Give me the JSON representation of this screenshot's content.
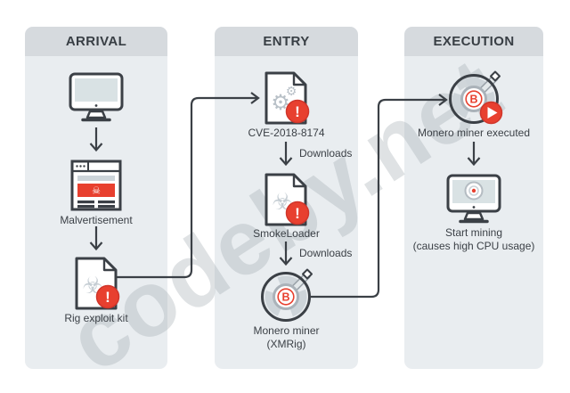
{
  "watermark": "codeby.net",
  "columns": [
    {
      "title": "ARRIVAL",
      "nodes": [
        {
          "name": "user-computer",
          "label": ""
        },
        {
          "name": "malvertisement",
          "label": "Malvertisement"
        },
        {
          "name": "rig-exploit-kit",
          "label": "Rig exploit kit"
        }
      ]
    },
    {
      "title": "ENTRY",
      "nodes": [
        {
          "name": "cve-2018-8174",
          "label": "CVE-2018-8174",
          "arrow_label": "Downloads"
        },
        {
          "name": "smokeloader",
          "label": "SmokeLoader",
          "arrow_label": "Downloads"
        },
        {
          "name": "monero-miner",
          "label": "Monero miner",
          "sublabel": "(XMRig)"
        }
      ]
    },
    {
      "title": "EXECUTION",
      "nodes": [
        {
          "name": "monero-miner-executed",
          "label": "Monero miner executed"
        },
        {
          "name": "start-mining",
          "label": "Start mining",
          "sublabel": "(causes high CPU usage)"
        }
      ]
    }
  ],
  "icons": {
    "skull": "☠",
    "biohazard": "☣",
    "gear_large": "⚙",
    "gear_small": "⚙",
    "exclamation": "!",
    "coin_letter": "B"
  },
  "colors": {
    "alert_red": "#e8402f",
    "outline_dark": "#3b4046",
    "column_bg": "#e9edf0",
    "header_bg": "#d6dade",
    "watermark_gray": "#9ea6ad"
  }
}
